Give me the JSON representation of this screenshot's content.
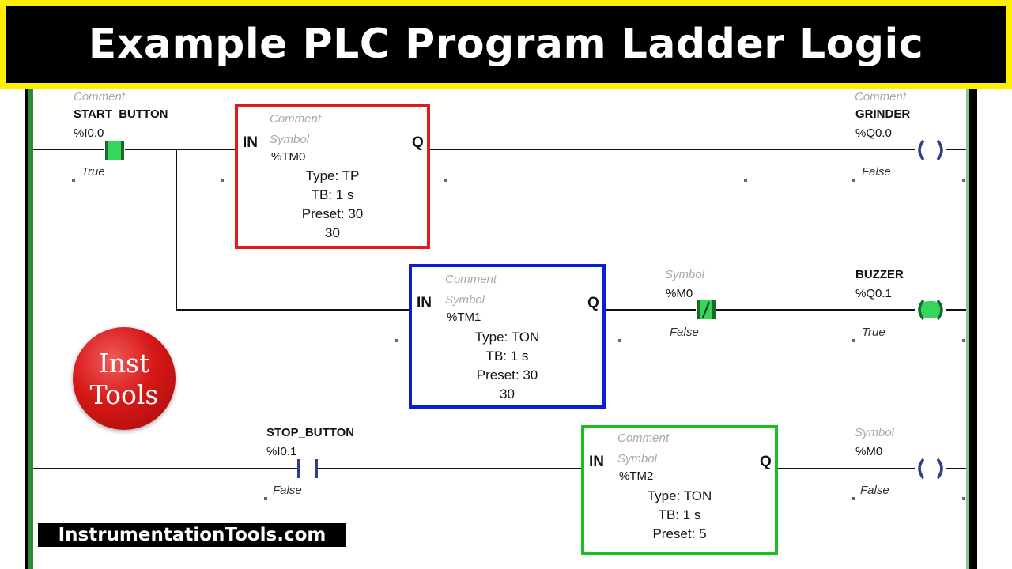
{
  "title": "Example PLC Program Ladder Logic",
  "website": "InstrumentationTools.com",
  "logo": {
    "line1": "Inst",
    "line2": "Tools"
  },
  "colors": {
    "banner_border": "#fff000",
    "banner_bg": "#000000",
    "block_tp": "#e01b1b",
    "block_tm1": "#0a1ed6",
    "block_tm2": "#18c21a",
    "contact_active": "#35d65a",
    "logo": "#d61818"
  },
  "rungs": [
    {
      "contact": {
        "comment": "Comment",
        "tag": "START_BUTTON",
        "address": "%I0.0",
        "state": "True",
        "type": "normally-open",
        "energized": true
      },
      "block": {
        "comment": "Comment",
        "symbol": "Symbol",
        "address": "%TM0",
        "in": "IN",
        "q": "Q",
        "type_label": "Type:",
        "type": "TP",
        "tb_label": "TB:",
        "tb": "1 s",
        "preset_label": "Preset:",
        "preset": "30",
        "current": "30"
      },
      "coil": {
        "comment": "Comment",
        "tag": "GRINDER",
        "address": "%Q0.0",
        "state": "False",
        "energized": false
      }
    },
    {
      "block": {
        "comment": "Comment",
        "symbol": "Symbol",
        "address": "%TM1",
        "in": "IN",
        "q": "Q",
        "type_label": "Type:",
        "type": "TON",
        "tb_label": "TB:",
        "tb": "1 s",
        "preset_label": "Preset:",
        "preset": "30",
        "current": "30"
      },
      "contact": {
        "symbol": "Symbol",
        "address": "%M0",
        "state": "False",
        "type": "normally-closed",
        "energized": true
      },
      "coil": {
        "tag": "BUZZER",
        "address": "%Q0.1",
        "state": "True",
        "energized": true
      }
    },
    {
      "contact": {
        "tag": "STOP_BUTTON",
        "address": "%I0.1",
        "state": "False",
        "type": "normally-open",
        "energized": false
      },
      "block": {
        "comment": "Comment",
        "symbol": "Symbol",
        "address": "%TM2",
        "in": "IN",
        "q": "Q",
        "type_label": "Type:",
        "type": "TON",
        "tb_label": "TB:",
        "tb": "1 s",
        "preset_label": "Preset:",
        "preset": "5"
      },
      "coil": {
        "symbol": "Symbol",
        "address": "%M0",
        "state": "False",
        "energized": false
      }
    }
  ]
}
